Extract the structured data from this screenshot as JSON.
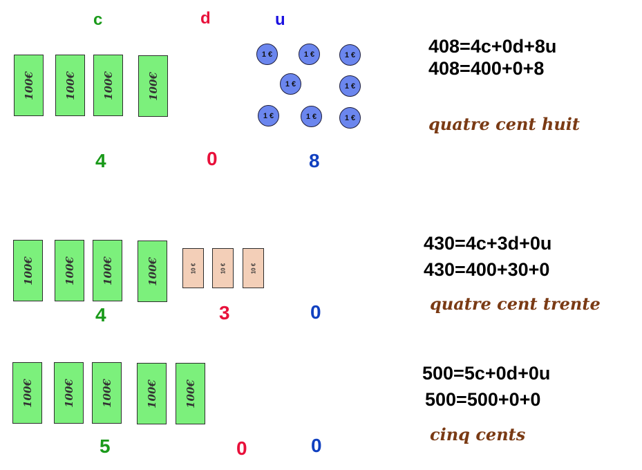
{
  "headers": {
    "c": "c",
    "d": "d",
    "u": "u"
  },
  "labels": {
    "note_100": "100€",
    "note_10": "10 €",
    "coin_1": "1 €"
  },
  "rows": [
    {
      "number": 408,
      "hundreds": 4,
      "tens": 0,
      "units": 8,
      "digits": {
        "c": "4",
        "d": "0",
        "u": "8"
      },
      "equation_1": "408=4c+0d+8u",
      "equation_2": "408=400+0+8",
      "words": "quatre cent  huit"
    },
    {
      "number": 430,
      "hundreds": 4,
      "tens": 3,
      "units": 0,
      "digits": {
        "c": "4",
        "d": "3",
        "u": "0"
      },
      "equation_1": "430=4c+3d+0u",
      "equation_2": "430=400+30+0",
      "words": "quatre cent trente"
    },
    {
      "number": 500,
      "hundreds": 5,
      "tens": 0,
      "units": 0,
      "digits": {
        "c": "5",
        "d": "0",
        "u": "0"
      },
      "equation_1": "500=5c+0d+0u",
      "equation_2": "500=500+0+0",
      "words": "cinq cents"
    }
  ],
  "colors": {
    "hundreds": "#1a9a1a",
    "tens": "#e8103a",
    "units_header": "#1a10e0",
    "units_digit": "#1040c0",
    "note_100": "#7cf07c",
    "note_10": "#f3cfb8",
    "coin_1": "#6b86ee",
    "words": "#7a3a14"
  }
}
